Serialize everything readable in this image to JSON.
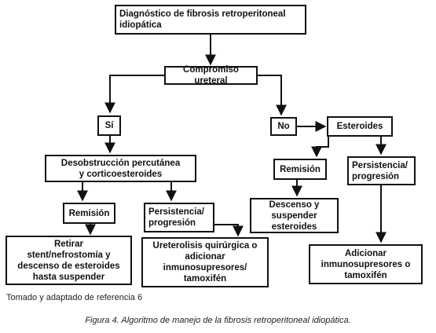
{
  "nodes": {
    "diagnostico": "Diagnóstico de fibrosis retroperitoneal\nidiopática",
    "compromiso": "Compromiso ureteral",
    "si": "Sí",
    "no": "No",
    "esteroides": "Esteroides",
    "desobstruccion": "Desobstrucción percutánea\ny corticoesteroides",
    "remision_izq": "Remisión",
    "persistencia_izq": "Persistencia/\nprogresión",
    "retirar": "Retirar\nstent/nefrostomía y\ndescenso de esteroides\nhasta suspender",
    "ureterolisis": "Ureterolisis quirúrgica o\nadicionar\ninmunosupresores/\ntamoxifén",
    "remision_der": "Remisión",
    "descenso": "Descenso y\nsuspender\nesteroides",
    "persistencia_der": "Persistencia/\nprogresión",
    "adicionar": "Adicionar\ninmunosupresores o\ntamoxifén"
  },
  "source_note": "Tomado y adaptado de referencia 6",
  "figure_caption": "Figura 4. Algoritmo de manejo de la fibrosis retroperitoneal idiopática.",
  "colors": {
    "stroke": "#111111",
    "background": "#ffffff"
  }
}
